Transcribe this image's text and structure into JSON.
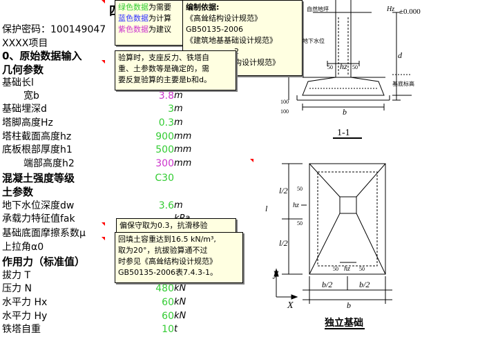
{
  "header": {
    "password_label": "保护密码：100149047",
    "project": "XXXX项目",
    "title_partial": "四",
    "section0": "0、原始数据输入",
    "geometry_title": "几何参数"
  },
  "legend_note": {
    "line1_a": "绿色数据",
    "line1_b": "为需要",
    "line2_a": "蓝色数据",
    "line2_b": "为计算",
    "line3_a": "紫色数据",
    "line3_b": "为建议"
  },
  "basis_note": {
    "title": "编制依据:",
    "l1": "《高耸结构设计规范》",
    "l2": "GB50135-2006",
    "l3": "《建筑地基基础设计规范》",
    "l4": "2",
    "l5": "构设计规范》"
  },
  "check_note": {
    "l1": "验算时，支座反力、铁塔自",
    "l2": "重、土参数等是确定的，需",
    "l3": "要反复验算的主要是b和d。"
  },
  "friction_note": {
    "l1": "偏保守取为0.3，抗滑移验"
  },
  "soil_note": {
    "l1": "回填土容重达到16.5 kN/m³,",
    "l2": "取为20°，抗拔验算通不过",
    "l3": "时参见《高耸结构设计规范》",
    "l4": "GB50135-2006表7.4.3-1。"
  },
  "rows": [
    {
      "label": "基础长l",
      "value": "",
      "unit": ""
    },
    {
      "label": "宽b",
      "value": "3.8",
      "unit": "m"
    },
    {
      "label": "基础埋深d",
      "value": "3",
      "unit": "m"
    },
    {
      "label": "塔脚高度Hz",
      "value": "0.3",
      "unit": "m"
    },
    {
      "label": "塔柱截面高度hz",
      "value": "900",
      "unit": "mm"
    },
    {
      "label": "底板根部厚度h1",
      "value": "500",
      "unit": "mm"
    },
    {
      "label": "端部高度h2",
      "value": "300",
      "unit": "mm"
    },
    {
      "label": "混凝土强度等级",
      "value": "C30",
      "unit": ""
    },
    {
      "label": "土参数",
      "value": "",
      "unit": ""
    },
    {
      "label": "地下水位深度dw",
      "value": "3.6",
      "unit": "m"
    },
    {
      "label": "承载力特征值fak",
      "value": "",
      "unit": "kPa"
    },
    {
      "label": "基础底面摩擦系数μ",
      "value": "",
      "unit": ""
    },
    {
      "label": "上拉角α0",
      "value": "",
      "unit": ""
    },
    {
      "label": "作用力（标准值）",
      "value": "",
      "unit": ""
    },
    {
      "label": "拔力  T",
      "value": "",
      "unit": ""
    },
    {
      "label": "压力  N",
      "value": "480",
      "unit": "kN"
    },
    {
      "label": "水平力  Hx",
      "value": "60",
      "unit": "kN"
    },
    {
      "label": "水平力  Hy",
      "value": "60",
      "unit": "kN"
    },
    {
      "label": "铁塔自重",
      "value": "10",
      "unit": "t"
    }
  ],
  "drawing": {
    "section_label": "1-1",
    "plan_label": "独立基础",
    "elev_label": "±0.000",
    "ground_label": "自然地坪",
    "water_label": "地下水位",
    "base_label": "基底标高",
    "dim_50": "50",
    "dim_100": "100",
    "dim_hz": "hz",
    "dim_b": "b",
    "dim_d": "d",
    "dim_Hz": "Hz",
    "dim_l": "l",
    "dim_l2": "l/2",
    "dim_b2": "b/2",
    "axis_y": "y",
    "axis_x": "X"
  }
}
